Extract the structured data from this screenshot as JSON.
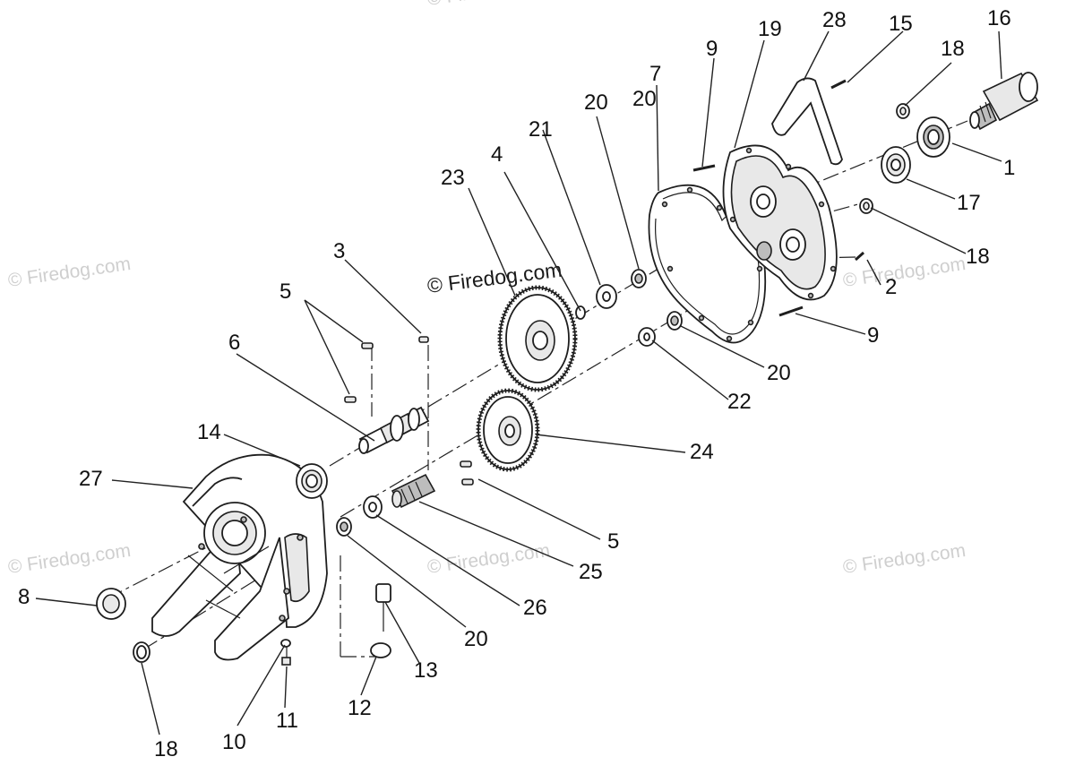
{
  "diagram": {
    "watermarks": [
      "© Firedog.com",
      "© Firedog.com",
      "© Firedog.com",
      "© Firedog.com",
      "© Firedog.com",
      "© Firedog.com"
    ],
    "main_watermark": "© Firedog.com",
    "callouts": [
      "1",
      "2",
      "3",
      "4",
      "5",
      "5",
      "6",
      "7",
      "8",
      "9",
      "9",
      "10",
      "11",
      "12",
      "13",
      "14",
      "15",
      "16",
      "17",
      "18",
      "18",
      "18",
      "19",
      "20",
      "20",
      "20",
      "20",
      "21",
      "22",
      "23",
      "24",
      "25",
      "26",
      "27",
      "28"
    ]
  }
}
